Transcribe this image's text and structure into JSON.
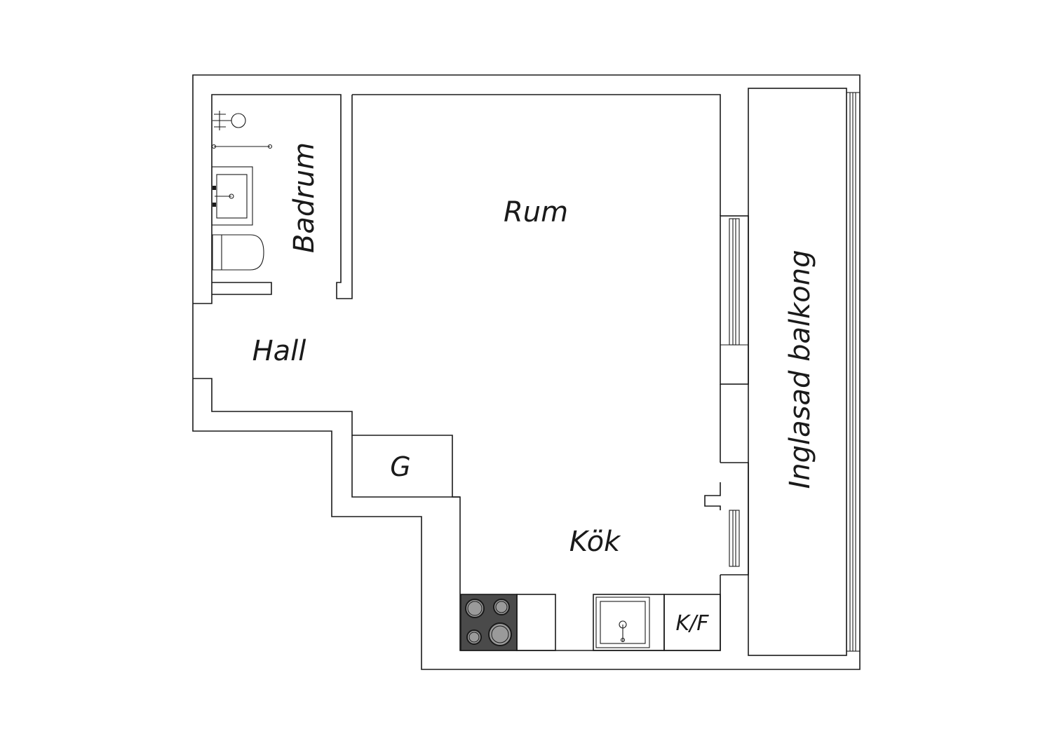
{
  "rooms": {
    "bathroom": "Badrum",
    "living_room": "Rum",
    "hall": "Hall",
    "closet": "G",
    "kitchen": "Kök",
    "fridge_freezer": "K/F",
    "balcony": "Inglasad balkong"
  },
  "colors": {
    "line": "#1a1a1a",
    "background": "#ffffff",
    "stove_top": "#4a4a4a",
    "burner": "#9a9a9a"
  },
  "icons": {
    "shower": "shower-icon",
    "sink": "washbasin-icon",
    "toilet": "toilet-icon",
    "stove": "stove-icon",
    "kitchen_sink": "kitchen-sink-icon",
    "windows": "window-icon"
  }
}
